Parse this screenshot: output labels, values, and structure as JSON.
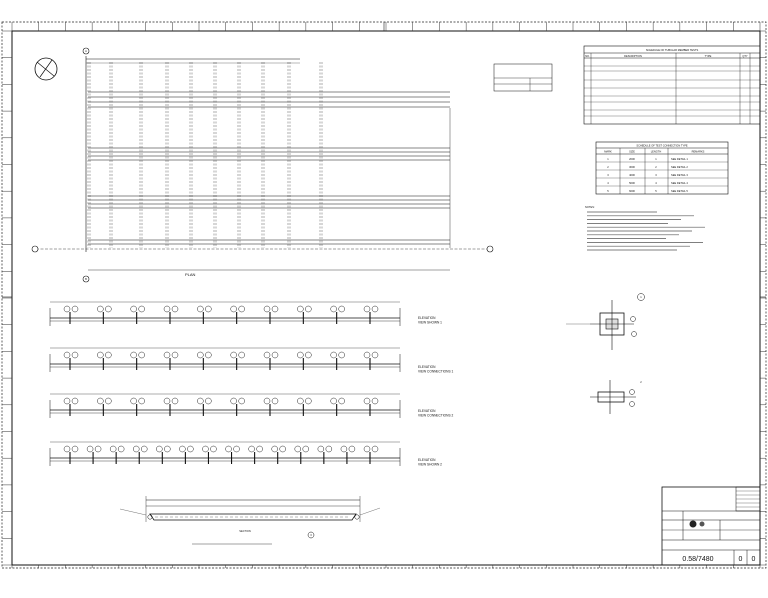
{
  "drawing": {
    "number": "0.58/7480",
    "rev": "0",
    "sheet": "0",
    "plan_label": "PLAN",
    "section_label": "SECTION",
    "notes_heading": "NOTES:",
    "elevations": [
      {
        "line1": "ELEVATION",
        "line2": "VIEW SHOWN 1"
      },
      {
        "line1": "ELEVATION",
        "line2": "VIEW CONNECTIONS 1"
      },
      {
        "line1": "ELEVATION",
        "line2": "VIEW CONNECTIONS 2"
      },
      {
        "line1": "ELEVATION",
        "line2": "VIEW SHOWN 2"
      }
    ],
    "grid_tags": [
      "A",
      "B"
    ],
    "detail_numbers": [
      "1",
      "2",
      "3"
    ],
    "table1": {
      "title": "SCHEDULE OF TUBULAR MEMBER TESTS",
      "headers": [
        "NO.",
        "DESCRIPTION",
        "TYPE",
        "QTY"
      ]
    },
    "table2": {
      "title": "SCHEDULE OF TEST CONNECTION TYPE",
      "headers": [
        "MARK",
        "SIZE",
        "LENGTH",
        "REMARKS"
      ],
      "rows": [
        [
          "1",
          "2000",
          "1",
          "SEE DETAIL 1"
        ],
        [
          "2",
          "3000",
          "2",
          "SEE DETAIL 2"
        ],
        [
          "3",
          "4000",
          "3",
          "SEE DETAIL 3"
        ],
        [
          "4",
          "5000",
          "4",
          "SEE DETAIL 4"
        ],
        [
          "5",
          "6000",
          "5",
          "SEE DETAIL 5"
        ]
      ]
    }
  }
}
